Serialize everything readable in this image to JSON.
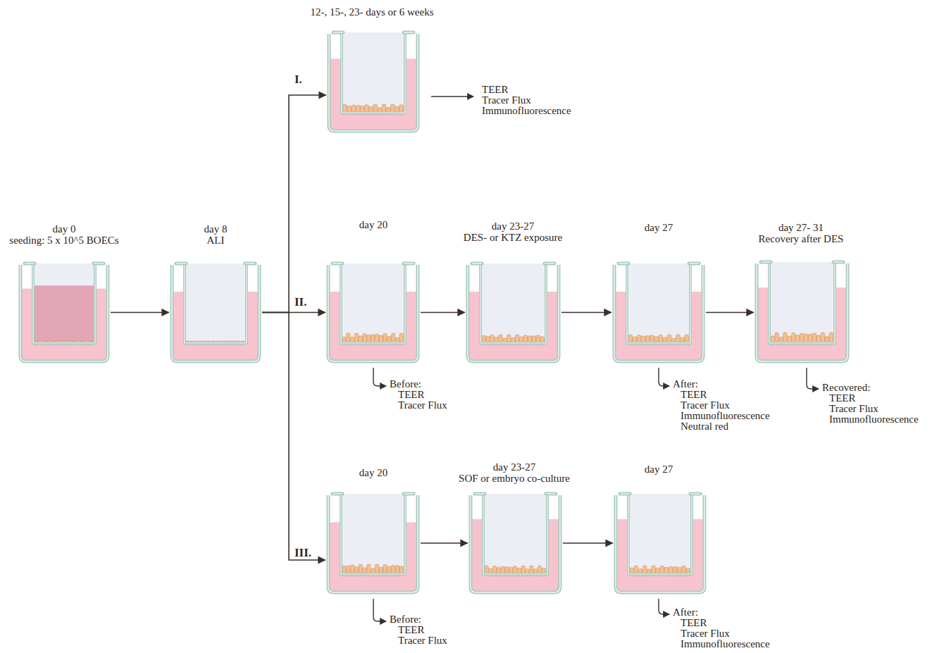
{
  "diagram": {
    "nodes": [
      {
        "text": [
          "day 0",
          "seeding: 5 x 10^5 BOECs"
        ]
      },
      {
        "text": [
          "day 8",
          "ALI"
        ]
      },
      {
        "text": [
          "12-, 15-, 23- days or 6 weeks",
          "TEER",
          "Tracer Flux",
          "Immunofluorescence"
        ]
      },
      {
        "text": [
          "day 20",
          "Before:",
          "TEER",
          "Tracer Flux"
        ]
      },
      {
        "text": [
          "day 23-27",
          "DES- or KTZ exposure"
        ]
      },
      {
        "text": [
          "day 27",
          "After:",
          "TEER",
          "Tracer Flux",
          "Immunofluorescence",
          "Neutral red"
        ]
      },
      {
        "text": [
          "day 27- 31",
          "Recovery after DES",
          "Recovered:",
          "TEER",
          "Tracer Flux",
          "Immunofluorescence"
        ]
      },
      {
        "text": [
          "day 20",
          "Before:",
          "TEER",
          "Tracer Flux"
        ]
      },
      {
        "text": [
          "day 23-27",
          "SOF or embryo co-culture"
        ]
      },
      {
        "text": [
          "day 27",
          "After:",
          "TEER",
          "Tracer Flux",
          "Immunofluorescence"
        ]
      }
    ],
    "edges": [
      {
        "from": 0,
        "to": 1,
        "arrow": "to"
      },
      {
        "from": 1,
        "to": 2,
        "arrow": "to"
      },
      {
        "from": 1,
        "to": 3,
        "arrow": "to"
      },
      {
        "from": 1,
        "to": 7,
        "arrow": "to"
      },
      {
        "from": 3,
        "to": 4,
        "arrow": "to"
      },
      {
        "from": 4,
        "to": 5,
        "arrow": "to"
      },
      {
        "from": 5,
        "to": 6,
        "arrow": "to"
      },
      {
        "from": 7,
        "to": 8,
        "arrow": "to"
      },
      {
        "from": 8,
        "to": 9,
        "arrow": "to"
      }
    ],
    "labels": [
      "I.",
      "II.",
      "III."
    ]
  }
}
